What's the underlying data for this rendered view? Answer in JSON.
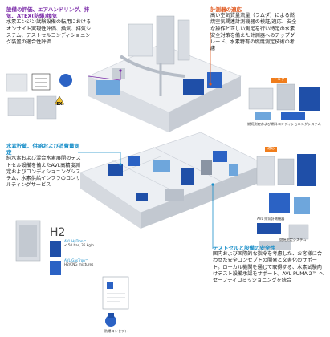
{
  "left_top": {
    "heading": "設備の評価、エアハンドリング、排気、ATEX(防爆)換気",
    "body": "水素エンジン試験設備の転用におけるオンサイト実現性評価、換気、排気システム、テストセルコンディショニング装置の適合性評価"
  },
  "right_top": {
    "heading": "計測器の適応",
    "body": "高い空気質量流量（ラムダ）による燃焼空気関連計測機器の検証/適応、安全な操作と正しい測定を行い特定の水素安全対策を備えた計測器へのアップグレード、水素特有の燃焼測定技術の考慮"
  },
  "left_mid": {
    "heading": "水素貯蔵、供給および消費量測定",
    "body": "純水素および混合水素展開のテストセル設備を備えたAVL高精度測定およびコンディショニングシステム、水素供給インフラのコンサルティングサービス"
  },
  "right_bottom": {
    "heading": "テストセルと設備の安全性",
    "body": "国内および国際的な指令を考慮した、お客様に合わせた安全コンセプトの開発と文書化のサポート。ローカル機関を通じて取得する、水素試験向けテスト設備承認をサポート。AVL PUMA 2™ ヘセーフティコミッショニングを統合"
  },
  "tags": {
    "torque": "トルク",
    "adapt": "適応"
  },
  "captions": {
    "fuel_cond": "燃焼測定および燃料コンディショニングシステム",
    "fuel_meas": "燃焼測定システム",
    "avl_flow": "AVL 排気計測機器",
    "safety": "防爆コンセプト",
    "h2": "H2",
    "hytron": "AVL HyTron™",
    "hytron_spec": "< 50 bar, 35 kg/h",
    "gastron": "AVL GasTron™",
    "gastron_spec": "H2/CNG mixtures",
    "ex": "EX"
  },
  "colors": {
    "purple": "#7a2aa8",
    "orange": "#e0561c",
    "blue": "#1a8fc9",
    "floor": "#e8ebef",
    "equipment_blue": "#1f4fa8"
  }
}
